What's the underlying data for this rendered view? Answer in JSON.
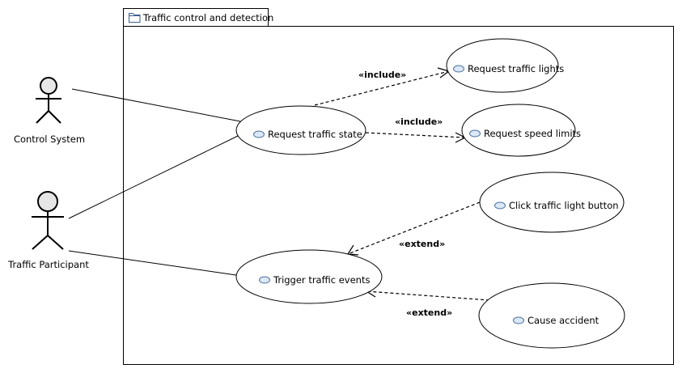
{
  "package": {
    "name": "Traffic control and detection",
    "icon": "folder-icon"
  },
  "actors": {
    "control_system": {
      "label": "Control System",
      "icon": "actor-stick-figure-icon"
    },
    "traffic_participant": {
      "label": "Traffic Participant",
      "icon": "actor-stick-figure-icon"
    }
  },
  "use_cases": {
    "request_traffic_state": {
      "label": "Request traffic state",
      "icon": "use-case-icon"
    },
    "request_traffic_lights": {
      "label": "Request traffic lights",
      "icon": "use-case-icon"
    },
    "request_speed_limits": {
      "label": "Request speed limits",
      "icon": "use-case-icon"
    },
    "click_traffic_light_button": {
      "label": "Click traffic light button",
      "icon": "use-case-icon"
    },
    "trigger_traffic_events": {
      "label": "Trigger traffic events",
      "icon": "use-case-icon"
    },
    "cause_accident": {
      "label": "Cause accident",
      "icon": "use-case-icon"
    }
  },
  "relations": {
    "include_lights": {
      "stereotype": "«include»",
      "from": "Request traffic state",
      "to": "Request traffic lights"
    },
    "include_speed": {
      "stereotype": "«include»",
      "from": "Request traffic state",
      "to": "Request speed limits"
    },
    "extend_click": {
      "stereotype": "«extend»",
      "from": "Click traffic light button",
      "to": "Trigger traffic events"
    },
    "extend_accident": {
      "stereotype": "«extend»",
      "from": "Cause accident",
      "to": "Trigger traffic events"
    }
  },
  "associations": [
    {
      "actor": "Control System",
      "use_case": "Request traffic state"
    },
    {
      "actor": "Traffic Participant",
      "use_case": "Request traffic state"
    },
    {
      "actor": "Traffic Participant",
      "use_case": "Trigger traffic events"
    }
  ],
  "colors": {
    "use_case_icon_fill": "#dbe8f7",
    "use_case_icon_stroke": "#4a6f9b",
    "actor_head_fill": "#e6e6e6",
    "line": "#000000"
  }
}
